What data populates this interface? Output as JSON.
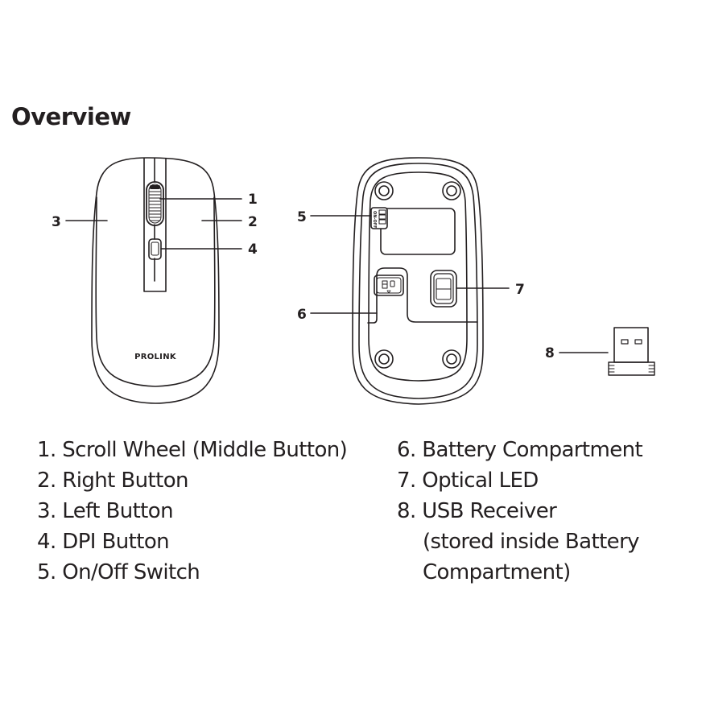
{
  "page": {
    "title": "Overview",
    "brand": "PROLINK"
  },
  "diagram": {
    "callouts": [
      "1",
      "2",
      "3",
      "4",
      "5",
      "6",
      "7",
      "8"
    ],
    "switch_label": "ON-OFF",
    "views": [
      "top-view",
      "bottom-view",
      "usb-receiver"
    ]
  },
  "legend": {
    "left": [
      {
        "num": "1.",
        "text": "Scroll Wheel (Middle Button)"
      },
      {
        "num": "2.",
        "text": "Right Button"
      },
      {
        "num": "3.",
        "text": "Left Button"
      },
      {
        "num": "4.",
        "text": "DPI Button"
      },
      {
        "num": "5.",
        "text": "On/Off Switch"
      }
    ],
    "right": [
      {
        "num": "6.",
        "text": "Battery Compartment"
      },
      {
        "num": "7.",
        "text": "Optical LED"
      },
      {
        "num": "8.",
        "text": "USB Receiver"
      }
    ],
    "continuation": [
      "(stored inside Battery",
      "Compartment)"
    ]
  },
  "colors": {
    "ink": "#231f20",
    "background": "#ffffff"
  }
}
